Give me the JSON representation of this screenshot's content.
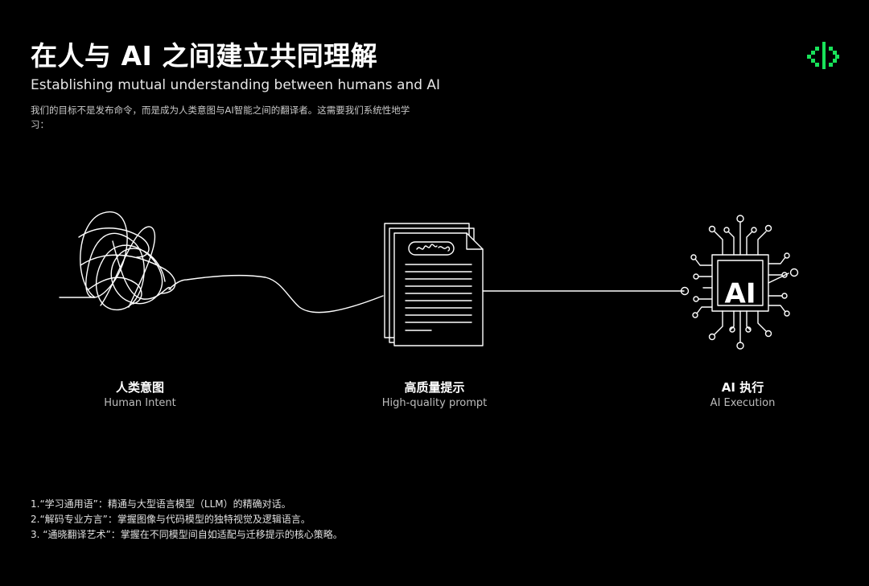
{
  "header": {
    "title": "在人与 AI 之间建立共同理解",
    "subtitle": "Establishing mutual understanding between humans and AI",
    "intro": "我们的目标不是发布命令，而是成为人类意图与AI智能之间的翻译者。这需要我们系统性地学习："
  },
  "logo": {
    "icon": "bracket-arrows-logo-icon",
    "color": "#19e35a"
  },
  "stages": [
    {
      "cn": "人类意图",
      "en": "Human Intent",
      "icon": "scribble-icon"
    },
    {
      "cn": "高质量提示",
      "en": "High-quality prompt",
      "icon": "document-icon"
    },
    {
      "cn": "AI 执行",
      "en": "AI Execution",
      "icon": "ai-chip-icon"
    }
  ],
  "chip_text": "AI",
  "notes": [
    "1.“学习通用语”：精通与大型语言模型（LLM）的精确对话。",
    "2.“解码专业方言”：掌握图像与代码模型的独特视觉及逻辑语言。",
    "3. “通晓翻译艺术”：掌握在不同模型间自如适配与迁移提示的核心策略。"
  ],
  "colors": {
    "background": "#000000",
    "foreground": "#ffffff",
    "accent": "#19e35a"
  }
}
